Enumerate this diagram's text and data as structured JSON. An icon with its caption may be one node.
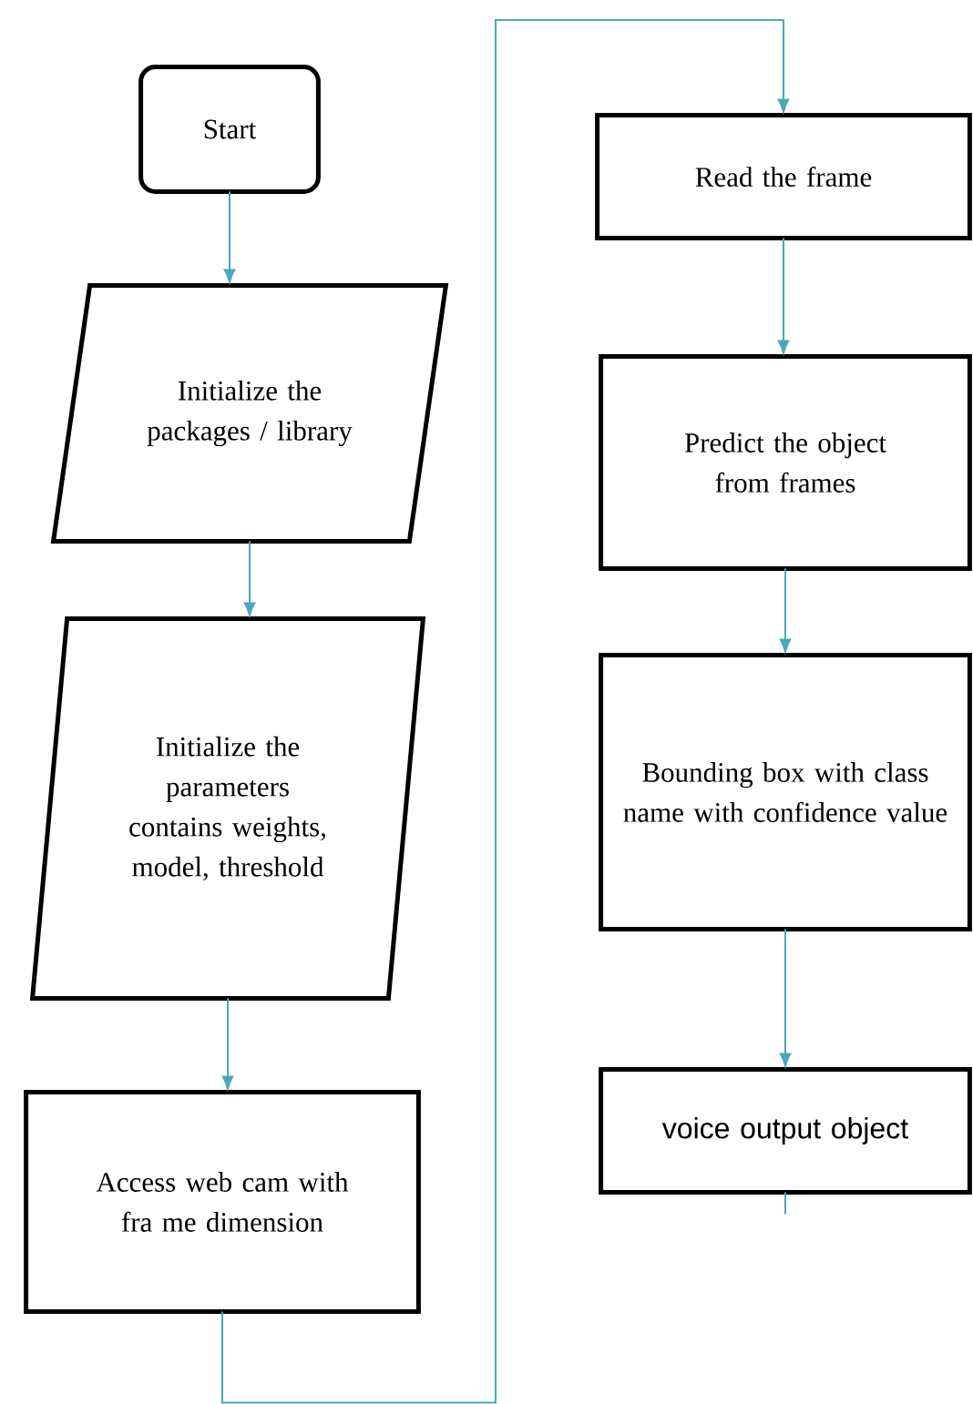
{
  "diagram": {
    "nodes": [
      {
        "text": [
          "Start"
        ]
      },
      {
        "text": [
          "Initialize the packages / library"
        ]
      },
      {
        "text": [
          "Initialize the parameters contains weights, model, threshold"
        ]
      },
      {
        "text": [
          "Access web cam with fra me dimension"
        ]
      },
      {
        "text": [
          "Read the frame"
        ]
      },
      {
        "text": [
          "Predict the object from frames"
        ]
      },
      {
        "text": [
          "Bounding box with class name with confidence value"
        ]
      },
      {
        "text": [
          "voice output object"
        ]
      }
    ],
    "edges": [
      {
        "from": 0,
        "to": 1,
        "arrow": "to"
      },
      {
        "from": 1,
        "to": 2,
        "arrow": "to"
      },
      {
        "from": 2,
        "to": 3,
        "arrow": "to"
      },
      {
        "from": 3,
        "to": 4,
        "arrow": "to"
      },
      {
        "from": 4,
        "to": 5,
        "arrow": "to"
      },
      {
        "from": 5,
        "to": 6,
        "arrow": "to"
      },
      {
        "from": 6,
        "to": 7,
        "arrow": "to"
      },
      {
        "from": 7,
        "to": null,
        "arrow": "none"
      }
    ]
  }
}
